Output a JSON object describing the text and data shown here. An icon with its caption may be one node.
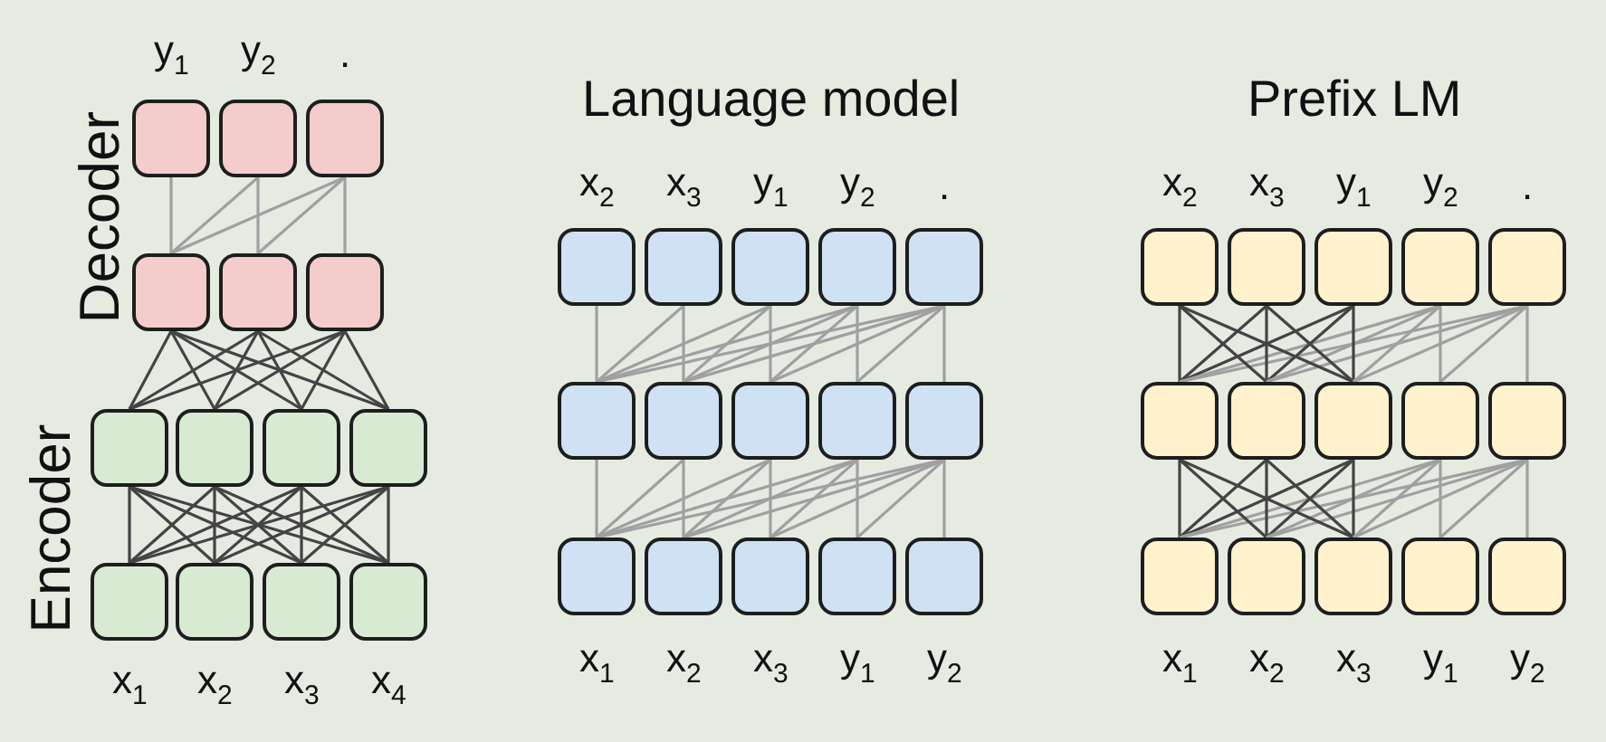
{
  "diagram": {
    "nodes": [
      {
        "text": [],
        "shape": "box"
      },
      {
        "text": [],
        "shape": "box"
      },
      {
        "text": [],
        "shape": "box"
      },
      {
        "text": [],
        "shape": "box"
      },
      {
        "text": [],
        "shape": "box"
      },
      {
        "text": [],
        "shape": "box"
      },
      {
        "text": [],
        "shape": "box"
      },
      {
        "text": [],
        "shape": "box"
      },
      {
        "text": [],
        "shape": "box"
      },
      {
        "text": [],
        "shape": "box"
      },
      {
        "text": [],
        "shape": "box"
      },
      {
        "text": [],
        "shape": "box"
      },
      {
        "text": [],
        "shape": "box"
      },
      {
        "text": [],
        "shape": "box"
      },
      {
        "text": [],
        "shape": "box"
      },
      {
        "text": [],
        "shape": "box"
      },
      {
        "text": [],
        "shape": "box"
      },
      {
        "text": [],
        "shape": "box"
      },
      {
        "text": [],
        "shape": "box"
      },
      {
        "text": [],
        "shape": "box"
      },
      {
        "text": [],
        "shape": "box"
      },
      {
        "text": [],
        "shape": "box"
      },
      {
        "text": [],
        "shape": "box"
      },
      {
        "text": [],
        "shape": "box"
      },
      {
        "text": [],
        "shape": "box"
      },
      {
        "text": [],
        "shape": "box"
      },
      {
        "text": [],
        "shape": "box"
      },
      {
        "text": [],
        "shape": "box"
      },
      {
        "text": [],
        "shape": "box"
      },
      {
        "text": [],
        "shape": "box"
      },
      {
        "text": [],
        "shape": "box"
      },
      {
        "text": [],
        "shape": "box"
      },
      {
        "text": [],
        "shape": "box"
      },
      {
        "text": [],
        "shape": "box"
      },
      {
        "text": [],
        "shape": "box"
      },
      {
        "text": [],
        "shape": "box"
      },
      {
        "text": [],
        "shape": "box"
      },
      {
        "text": [],
        "shape": "box"
      },
      {
        "text": [],
        "shape": "box"
      },
      {
        "text": [],
        "shape": "box"
      },
      {
        "text": [],
        "shape": "box"
      },
      {
        "text": [],
        "shape": "box"
      },
      {
        "text": [],
        "shape": "box"
      },
      {
        "text": [],
        "shape": "box"
      }
    ],
    "edges": [
      {
        "from": 10,
        "to": 6,
        "arrow": "none",
        "color": "#444444"
      },
      {
        "from": 10,
        "to": 7,
        "arrow": "none",
        "color": "#444444"
      },
      {
        "from": 10,
        "to": 8,
        "arrow": "none",
        "color": "#444444"
      },
      {
        "from": 10,
        "to": 9,
        "arrow": "none",
        "color": "#444444"
      },
      {
        "from": 11,
        "to": 6,
        "arrow": "none",
        "color": "#444444"
      },
      {
        "from": 11,
        "to": 7,
        "arrow": "none",
        "color": "#444444"
      },
      {
        "from": 11,
        "to": 8,
        "arrow": "none",
        "color": "#444444"
      },
      {
        "from": 11,
        "to": 9,
        "arrow": "none",
        "color": "#444444"
      },
      {
        "from": 12,
        "to": 6,
        "arrow": "none",
        "color": "#444444"
      },
      {
        "from": 12,
        "to": 7,
        "arrow": "none",
        "color": "#444444"
      },
      {
        "from": 12,
        "to": 8,
        "arrow": "none",
        "color": "#444444"
      },
      {
        "from": 12,
        "to": 9,
        "arrow": "none",
        "color": "#444444"
      },
      {
        "from": 13,
        "to": 6,
        "arrow": "none",
        "color": "#444444"
      },
      {
        "from": 13,
        "to": 7,
        "arrow": "none",
        "color": "#444444"
      },
      {
        "from": 13,
        "to": 8,
        "arrow": "none",
        "color": "#444444"
      },
      {
        "from": 13,
        "to": 9,
        "arrow": "none",
        "color": "#444444"
      },
      {
        "from": 6,
        "to": 3,
        "arrow": "none",
        "color": "#444444"
      },
      {
        "from": 6,
        "to": 4,
        "arrow": "none",
        "color": "#444444"
      },
      {
        "from": 6,
        "to": 5,
        "arrow": "none",
        "color": "#444444"
      },
      {
        "from": 7,
        "to": 3,
        "arrow": "none",
        "color": "#444444"
      },
      {
        "from": 7,
        "to": 4,
        "arrow": "none",
        "color": "#444444"
      },
      {
        "from": 7,
        "to": 5,
        "arrow": "none",
        "color": "#444444"
      },
      {
        "from": 8,
        "to": 3,
        "arrow": "none",
        "color": "#444444"
      },
      {
        "from": 8,
        "to": 4,
        "arrow": "none",
        "color": "#444444"
      },
      {
        "from": 8,
        "to": 5,
        "arrow": "none",
        "color": "#444444"
      },
      {
        "from": 9,
        "to": 3,
        "arrow": "none",
        "color": "#444444"
      },
      {
        "from": 9,
        "to": 4,
        "arrow": "none",
        "color": "#444444"
      },
      {
        "from": 9,
        "to": 5,
        "arrow": "none",
        "color": "#444444"
      },
      {
        "from": 3,
        "to": 0,
        "arrow": "none"
      },
      {
        "from": 3,
        "to": 1,
        "arrow": "none"
      },
      {
        "from": 3,
        "to": 2,
        "arrow": "none"
      },
      {
        "from": 4,
        "to": 1,
        "arrow": "none"
      },
      {
        "from": 4,
        "to": 2,
        "arrow": "none"
      },
      {
        "from": 5,
        "to": 2,
        "arrow": "none"
      },
      {
        "from": 19,
        "to": 14,
        "arrow": "none"
      },
      {
        "from": 19,
        "to": 15,
        "arrow": "none"
      },
      {
        "from": 19,
        "to": 16,
        "arrow": "none"
      },
      {
        "from": 19,
        "to": 17,
        "arrow": "none"
      },
      {
        "from": 19,
        "to": 18,
        "arrow": "none"
      },
      {
        "from": 20,
        "to": 15,
        "arrow": "none"
      },
      {
        "from": 20,
        "to": 16,
        "arrow": "none"
      },
      {
        "from": 20,
        "to": 17,
        "arrow": "none"
      },
      {
        "from": 20,
        "to": 18,
        "arrow": "none"
      },
      {
        "from": 21,
        "to": 16,
        "arrow": "none"
      },
      {
        "from": 21,
        "to": 17,
        "arrow": "none"
      },
      {
        "from": 21,
        "to": 18,
        "arrow": "none"
      },
      {
        "from": 22,
        "to": 17,
        "arrow": "none"
      },
      {
        "from": 22,
        "to": 18,
        "arrow": "none"
      },
      {
        "from": 23,
        "to": 18,
        "arrow": "none"
      },
      {
        "from": 24,
        "to": 19,
        "arrow": "none"
      },
      {
        "from": 24,
        "to": 20,
        "arrow": "none"
      },
      {
        "from": 24,
        "to": 21,
        "arrow": "none"
      },
      {
        "from": 24,
        "to": 22,
        "arrow": "none"
      },
      {
        "from": 24,
        "to": 23,
        "arrow": "none"
      },
      {
        "from": 25,
        "to": 20,
        "arrow": "none"
      },
      {
        "from": 25,
        "to": 21,
        "arrow": "none"
      },
      {
        "from": 25,
        "to": 22,
        "arrow": "none"
      },
      {
        "from": 25,
        "to": 23,
        "arrow": "none"
      },
      {
        "from": 26,
        "to": 21,
        "arrow": "none"
      },
      {
        "from": 26,
        "to": 22,
        "arrow": "none"
      },
      {
        "from": 26,
        "to": 23,
        "arrow": "none"
      },
      {
        "from": 27,
        "to": 22,
        "arrow": "none"
      },
      {
        "from": 27,
        "to": 23,
        "arrow": "none"
      },
      {
        "from": 28,
        "to": 23,
        "arrow": "none"
      },
      {
        "from": 34,
        "to": 29,
        "arrow": "none",
        "color": "#444444"
      },
      {
        "from": 34,
        "to": 30,
        "arrow": "none",
        "color": "#444444"
      },
      {
        "from": 34,
        "to": 31,
        "arrow": "none",
        "color": "#444444"
      },
      {
        "from": 34,
        "to": 32,
        "arrow": "none"
      },
      {
        "from": 34,
        "to": 33,
        "arrow": "none"
      },
      {
        "from": 35,
        "to": 29,
        "arrow": "none",
        "color": "#444444"
      },
      {
        "from": 35,
        "to": 30,
        "arrow": "none",
        "color": "#444444"
      },
      {
        "from": 35,
        "to": 31,
        "arrow": "none",
        "color": "#444444"
      },
      {
        "from": 35,
        "to": 32,
        "arrow": "none"
      },
      {
        "from": 35,
        "to": 33,
        "arrow": "none"
      },
      {
        "from": 36,
        "to": 29,
        "arrow": "none",
        "color": "#444444"
      },
      {
        "from": 36,
        "to": 30,
        "arrow": "none",
        "color": "#444444"
      },
      {
        "from": 36,
        "to": 31,
        "arrow": "none",
        "color": "#444444"
      },
      {
        "from": 36,
        "to": 32,
        "arrow": "none"
      },
      {
        "from": 36,
        "to": 33,
        "arrow": "none"
      },
      {
        "from": 37,
        "to": 32,
        "arrow": "none"
      },
      {
        "from": 37,
        "to": 33,
        "arrow": "none"
      },
      {
        "from": 38,
        "to": 33,
        "arrow": "none"
      },
      {
        "from": 39,
        "to": 34,
        "arrow": "none",
        "color": "#444444"
      },
      {
        "from": 39,
        "to": 35,
        "arrow": "none",
        "color": "#444444"
      },
      {
        "from": 39,
        "to": 36,
        "arrow": "none",
        "color": "#444444"
      },
      {
        "from": 39,
        "to": 37,
        "arrow": "none"
      },
      {
        "from": 39,
        "to": 38,
        "arrow": "none"
      },
      {
        "from": 40,
        "to": 34,
        "arrow": "none",
        "color": "#444444"
      },
      {
        "from": 40,
        "to": 35,
        "arrow": "none",
        "color": "#444444"
      },
      {
        "from": 40,
        "to": 36,
        "arrow": "none",
        "color": "#444444"
      },
      {
        "from": 40,
        "to": 37,
        "arrow": "none"
      },
      {
        "from": 40,
        "to": 38,
        "arrow": "none"
      },
      {
        "from": 41,
        "to": 34,
        "arrow": "none",
        "color": "#444444"
      },
      {
        "from": 41,
        "to": 35,
        "arrow": "none",
        "color": "#444444"
      },
      {
        "from": 41,
        "to": 36,
        "arrow": "none",
        "color": "#444444"
      },
      {
        "from": 41,
        "to": 37,
        "arrow": "none"
      },
      {
        "from": 41,
        "to": 38,
        "arrow": "none"
      },
      {
        "from": 42,
        "to": 37,
        "arrow": "none"
      },
      {
        "from": 42,
        "to": 38,
        "arrow": "none"
      },
      {
        "from": 43,
        "to": 38,
        "arrow": "none"
      }
    ],
    "labels": [
      "y$_{1}$",
      "y$_{2}$",
      ".",
      "Decoder",
      "Encoder",
      "x$_{1}$",
      "x$_{2}$",
      "x$_{3}$",
      "x$_{4}$",
      "Language model",
      "x$_{2}$",
      "x$_{3}$",
      "y$_{1}$",
      "y$_{2}$",
      ".",
      "x$_{1}$",
      "x$_{2}$",
      "x$_{3}$",
      "y$_{1}$",
      "y$_{2}$",
      "Prefix LM",
      "x$_{2}$",
      "x$_{3}$",
      "y$_{1}$",
      "y$_{2}$",
      ".",
      "x$_{1}$",
      "x$_{2}$",
      "x$_{3}$",
      "y$_{1}$",
      "y$_{2}$"
    ]
  }
}
